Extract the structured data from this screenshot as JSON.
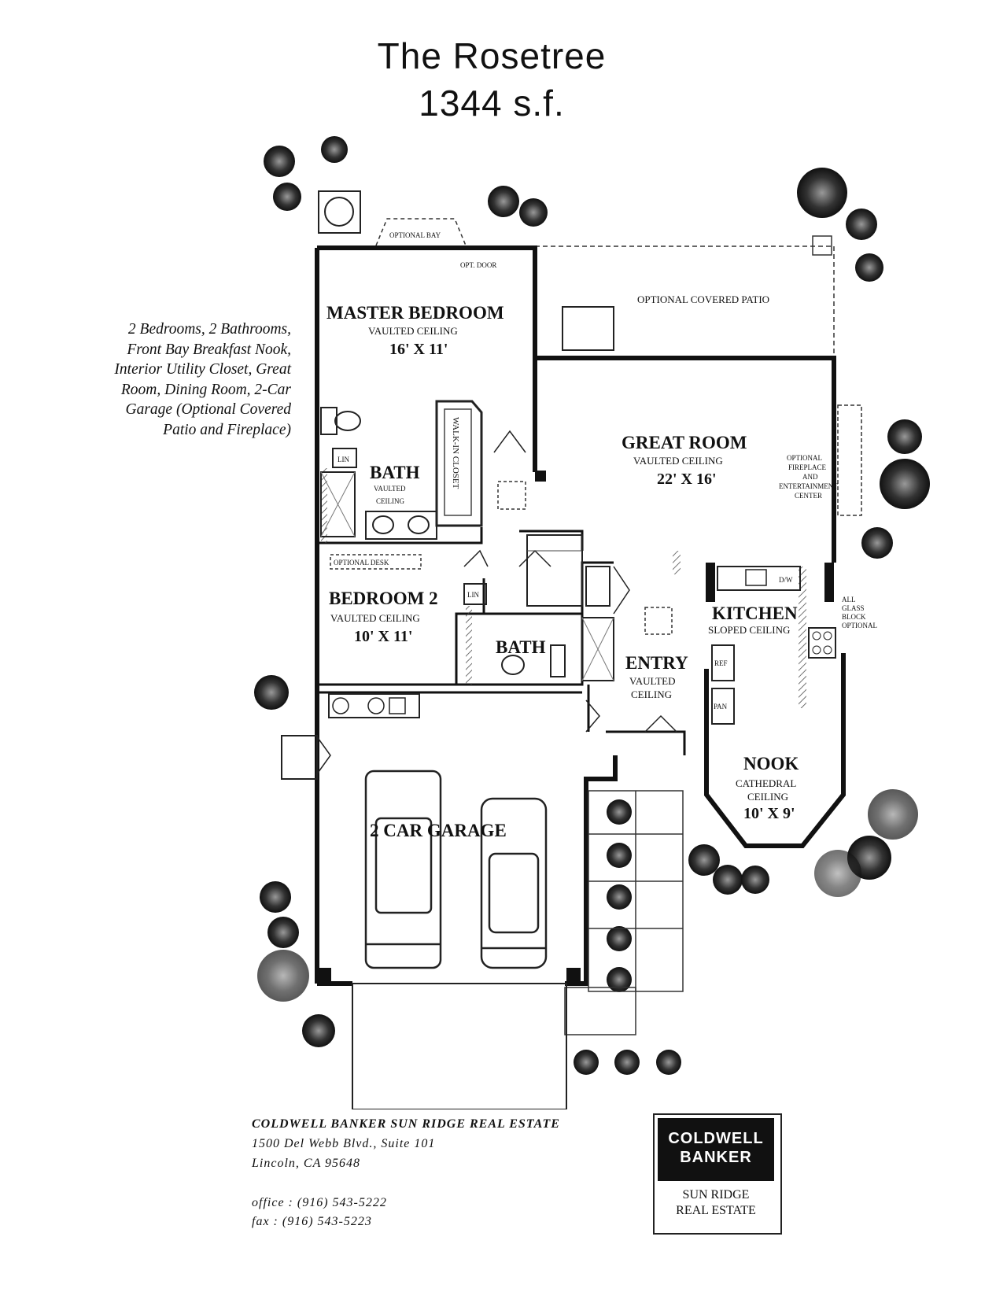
{
  "title": {
    "name": "The Rosetree",
    "size": "1344 s.f."
  },
  "description": [
    "2 Bedrooms, 2 Bathrooms,",
    "Front Bay Breakfast Nook,",
    "Interior Utility Closet, Great",
    "Room, Dining Room, 2-Car",
    "Garage (Optional Covered",
    "Patio and Fireplace)"
  ],
  "rooms": {
    "master": {
      "name": "MASTER BEDROOM",
      "ceiling": "VAULTED CEILING",
      "dims": "16' X 11'"
    },
    "great": {
      "name": "GREAT ROOM",
      "ceiling": "VAULTED CEILING",
      "dims": "22' X 16'"
    },
    "bed2": {
      "name": "BEDROOM 2",
      "ceiling": "VAULTED CEILING",
      "dims": "10' X 11'"
    },
    "kitchen": {
      "name": "KITCHEN",
      "ceiling": "SLOPED CEILING"
    },
    "entry": {
      "name": "ENTRY",
      "ceiling1": "VAULTED",
      "ceiling2": "CEILING"
    },
    "nook": {
      "name": "NOOK",
      "ceiling1": "CATHEDRAL",
      "ceiling2": "CEILING",
      "dims": "10' X 9'"
    },
    "bath1": {
      "name": "BATH",
      "ceiling1": "VAULTED",
      "ceiling2": "CEILING"
    },
    "bath2": {
      "name": "BATH"
    },
    "garage": {
      "name": "2 CAR GARAGE"
    }
  },
  "labels": {
    "optional_bay": "OPTIONAL BAY",
    "opt_door": "OPT. DOOR",
    "optional_patio": "OPTIONAL COVERED PATIO",
    "walkin_closet": "WALK-IN CLOSET",
    "lin": "LIN",
    "optional_desk": "OPTIONAL DESK",
    "optional_fireplace": [
      "OPTIONAL",
      "FIREPLACE",
      "AND",
      "ENTERTAINMENT",
      "CENTER"
    ],
    "glass_block": [
      "ALL",
      "GLASS",
      "BLOCK",
      "OPTIONAL"
    ],
    "dw": "D/W",
    "ref": "REF",
    "pan": "PAN"
  },
  "footer": {
    "company": "COLDWELL BANKER SUN RIDGE REAL ESTATE",
    "address1": "1500 Del Webb Blvd., Suite 101",
    "address2": "Lincoln, CA 95648",
    "office": "office : (916) 543-5222",
    "fax": "fax :      (916) 543-5223"
  },
  "logo": {
    "line1": "COLDWELL",
    "line2": "BANKER",
    "sub1": "SUN RIDGE",
    "sub2": "REAL ESTATE"
  }
}
